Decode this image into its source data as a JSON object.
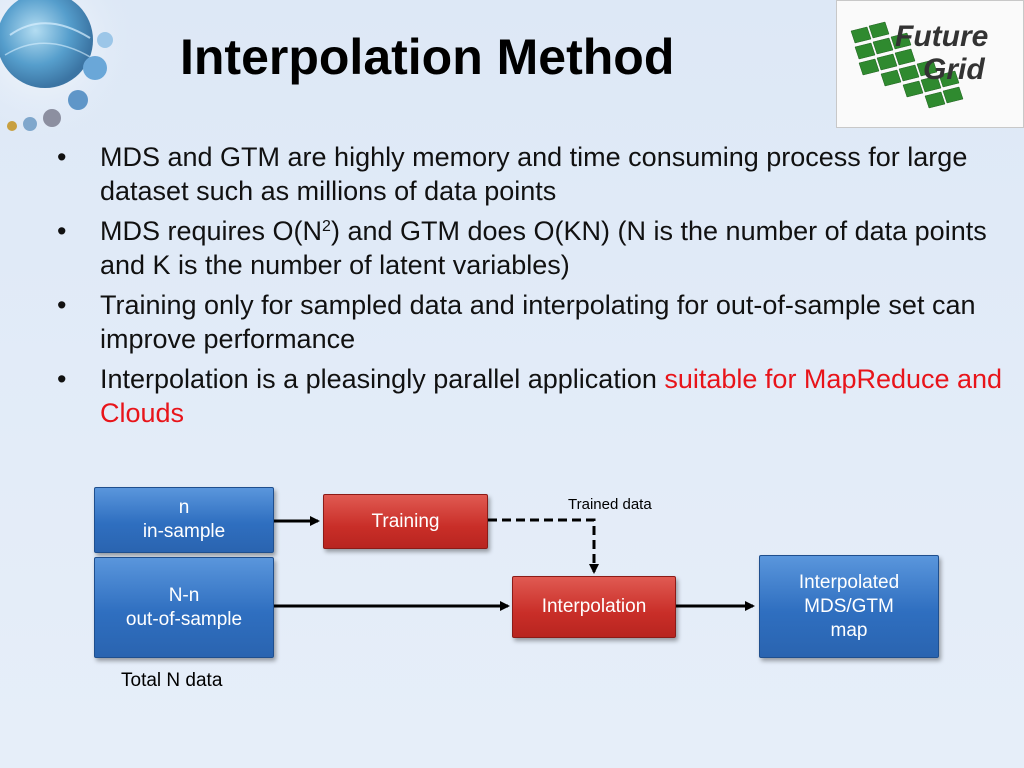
{
  "slide": {
    "title": "Interpolation Method",
    "logo_text_line1": "Future",
    "logo_text_line2": "Grid"
  },
  "bullets": [
    {
      "text": "MDS and GTM are highly memory and time consuming process for large dataset such as millions of data points"
    },
    {
      "text_before": "MDS requires O(N",
      "superscript": "2",
      "text_after": ") and GTM does O(KN) (N is the number of data points and K is the number of latent variables)"
    },
    {
      "text": "Training only for sampled data and interpolating for out-of-sample set can improve performance"
    },
    {
      "text": "Interpolation is a pleasingly parallel application ",
      "highlight": "suitable for MapReduce and Clouds"
    }
  ],
  "bullet_glyph": "•",
  "diagram": {
    "in_sample_line1": "n",
    "in_sample_line2": "in-sample",
    "out_sample_line1": "N-n",
    "out_sample_line2": "out-of-sample",
    "total_label": "Total N data",
    "training_label": "Training",
    "trained_data_label": "Trained data",
    "interpolation_label": "Interpolation",
    "result_line1": "Interpolated",
    "result_line2": "MDS/GTM",
    "result_line3": "map"
  },
  "colors": {
    "blue_box": "#2f6fc0",
    "red_box": "#c92e28",
    "highlight_text": "#e8141a",
    "logo_green": "#2f8a2f"
  }
}
